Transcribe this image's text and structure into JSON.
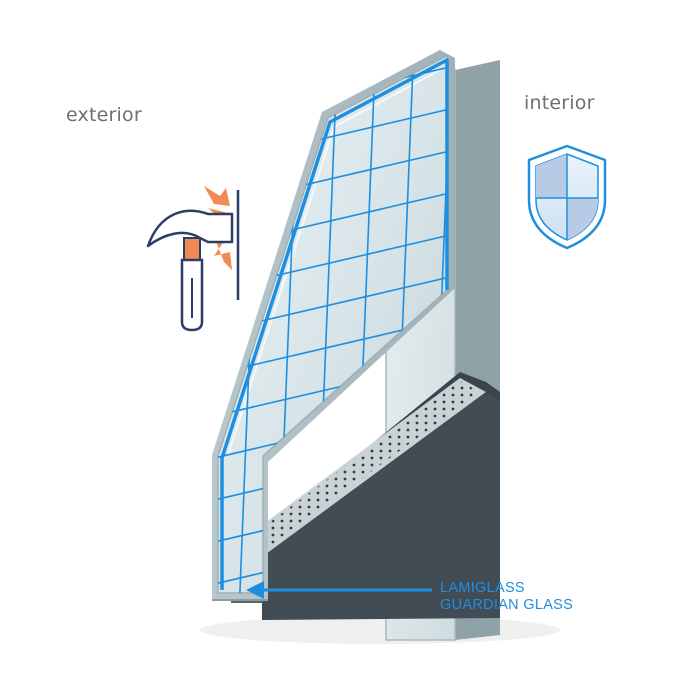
{
  "labels": {
    "exterior": "exterior",
    "interior": "interior"
  },
  "callout": {
    "line1": "LAMIGLASS",
    "line2": "GUARDIAN GLASS"
  },
  "icons": {
    "left": "hammer-impact-icon",
    "right": "shield-icon"
  },
  "colors": {
    "accent_blue": "#1e8fe0",
    "impact_orange": "#f28a55",
    "hammer_outline": "#2c3e66",
    "shield_fill": "#b8cbe4",
    "spacer_dark": "#364049",
    "glass_tint": "#dfe9ec"
  }
}
